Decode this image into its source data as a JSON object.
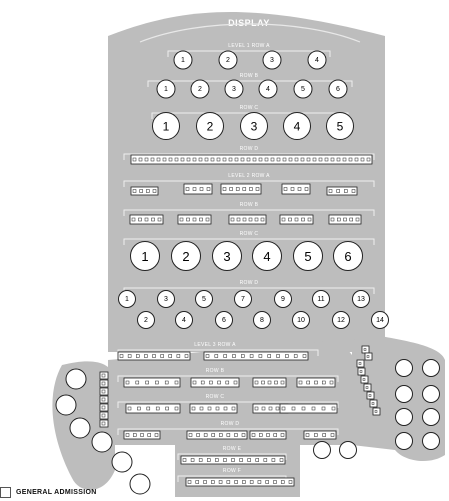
{
  "title": "DISPLAY",
  "legend": {
    "general_admission": "GENERAL ADMISSION"
  },
  "colors": {
    "floor": "#bdbdbd",
    "seat_fill": "#ffffff",
    "seat_stroke": "#222222",
    "line": "#e8e8e8"
  },
  "row_labels": {
    "l1a": "LEVEL 1 ROW A",
    "l1b": "ROW B",
    "l1c": "ROW C",
    "l1d": "ROW D",
    "l2a": "LEVEL 2 ROW A",
    "l2b": "ROW B",
    "l2c": "ROW C",
    "l2d": "ROW D",
    "l3a": "LEVEL 3 ROW A",
    "l3b": "ROW B",
    "l3c": "ROW C",
    "l3d": "ROW D",
    "l3e": "ROW E",
    "l3f": "ROW F"
  },
  "seats": {
    "l1_row_a": [
      "1",
      "2",
      "3",
      "4"
    ],
    "l1_row_b": [
      "1",
      "2",
      "3",
      "4",
      "5",
      "6"
    ],
    "l1_row_c": [
      "1",
      "2",
      "3",
      "4",
      "5"
    ],
    "l2_row_c": [
      "1",
      "2",
      "3",
      "4",
      "5",
      "6"
    ],
    "l2_row_d_top": [
      "1",
      "3",
      "5",
      "7",
      "9",
      "11",
      "13"
    ],
    "l2_row_d_bottom": [
      "2",
      "4",
      "6",
      "8",
      "10",
      "12",
      "14"
    ]
  }
}
